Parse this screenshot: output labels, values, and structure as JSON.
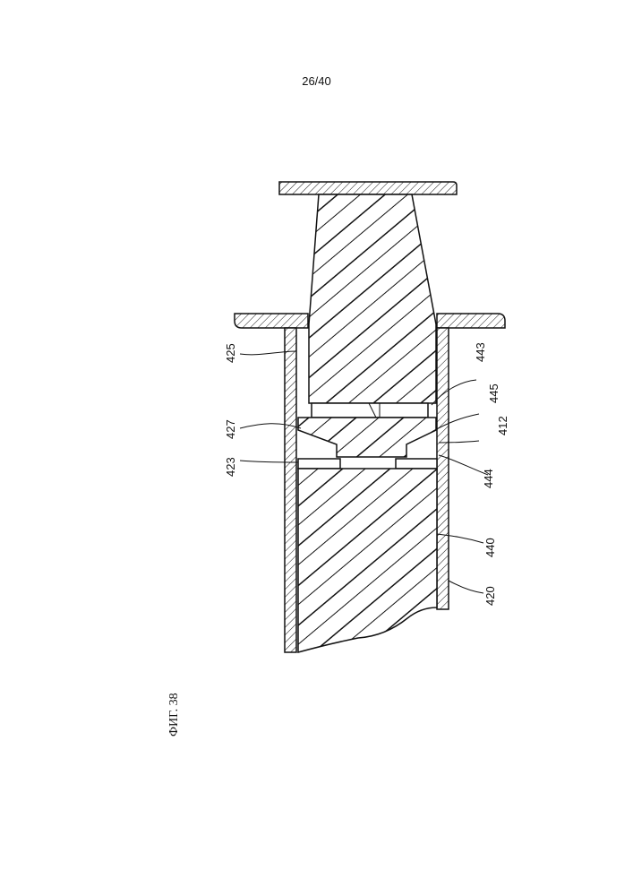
{
  "page": {
    "number": "26/40"
  },
  "figure": {
    "caption": "ФИГ. 38"
  },
  "labels": {
    "l425": "425",
    "l427": "427",
    "l423": "423",
    "l443": "443",
    "l445": "445",
    "l412": "412",
    "l444": "444",
    "l440": "440",
    "l420": "420"
  }
}
